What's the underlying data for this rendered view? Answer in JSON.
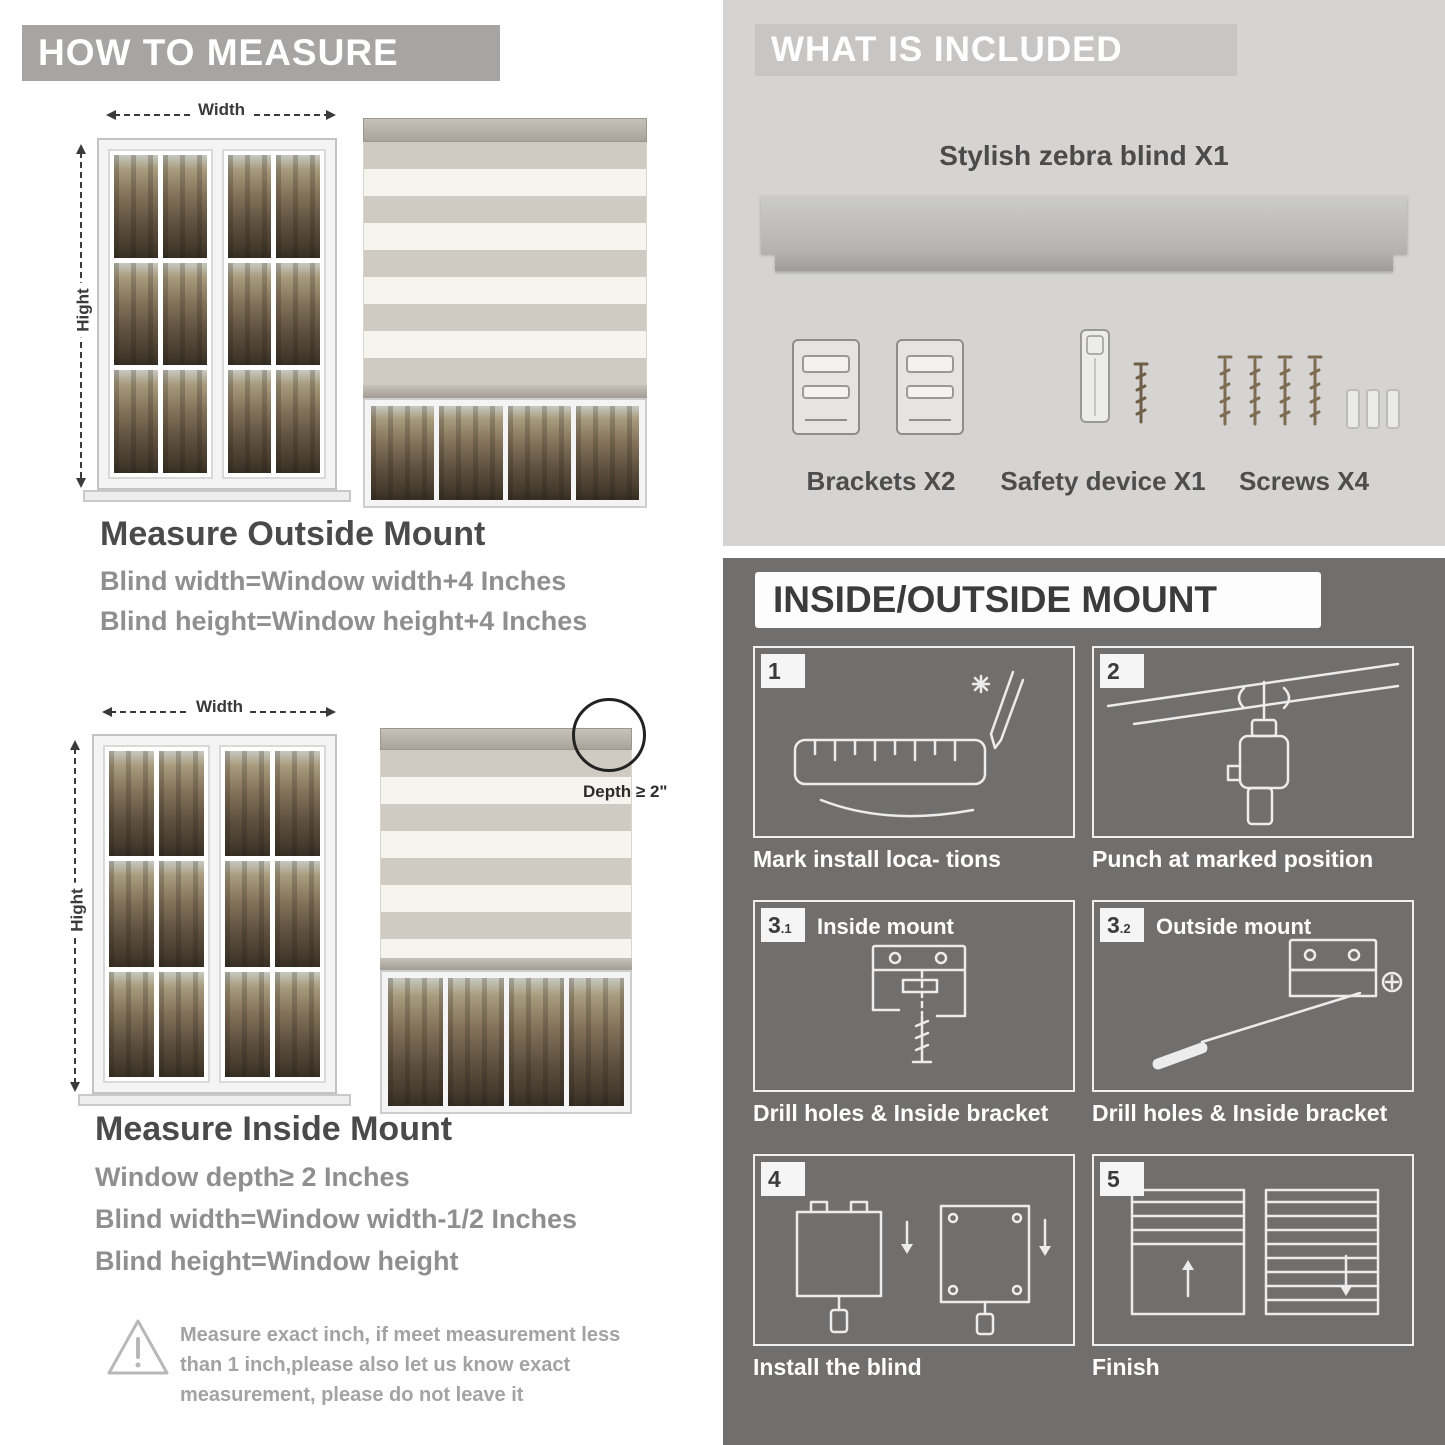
{
  "left": {
    "header": "HOW TO MEASURE",
    "outside": {
      "width_label": "Width",
      "height_label": "Hight",
      "title": "Measure Outside Mount",
      "line1": "Blind width=Window width+4 Inches",
      "line2": "Blind height=Window height+4 Inches"
    },
    "inside": {
      "width_label": "Width",
      "height_label": "Hight",
      "depth_note": "Depth ≥ 2\"",
      "title": "Measure Inside Mount",
      "line1": "Window depth≥ 2 Inches",
      "line2": "Blind width=Window width-1/2 Inches",
      "line3": "Blind height=Window height"
    },
    "note": {
      "line1": "Measure exact inch, if meet measurement less",
      "line2": "than 1 inch,please also let us know exact",
      "line3": "measurement, please do not leave it"
    }
  },
  "included": {
    "header": "WHAT IS INCLUDED",
    "blind_label": "Stylish zebra blind X1",
    "items": [
      {
        "label": "Brackets X2"
      },
      {
        "label": "Safety device X1"
      },
      {
        "label": "Screws X4"
      }
    ]
  },
  "mount": {
    "header": "INSIDE/OUTSIDE MOUNT",
    "steps": [
      {
        "badge": "1",
        "caption": "Mark install loca- tions"
      },
      {
        "badge": "2",
        "caption": "Punch at marked position"
      },
      {
        "badge": "3",
        "badge_sub": ".1",
        "label": "Inside mount",
        "caption": "Drill holes & Inside bracket"
      },
      {
        "badge": "3",
        "badge_sub": ".2",
        "label": "Outside mount",
        "caption": "Drill holes & Inside bracket"
      },
      {
        "badge": "4",
        "caption": "Install the blind"
      },
      {
        "badge": "5",
        "caption": "Finish"
      }
    ]
  },
  "colors": {
    "left_header_bg": "#a6a5a3",
    "included_bg": "#d5d4d2",
    "included_header_bg": "#c7c6c4",
    "mount_bg": "#716f6d",
    "heading_text": "#4a4a4a",
    "body_gray_text": "#8f8f8f"
  }
}
